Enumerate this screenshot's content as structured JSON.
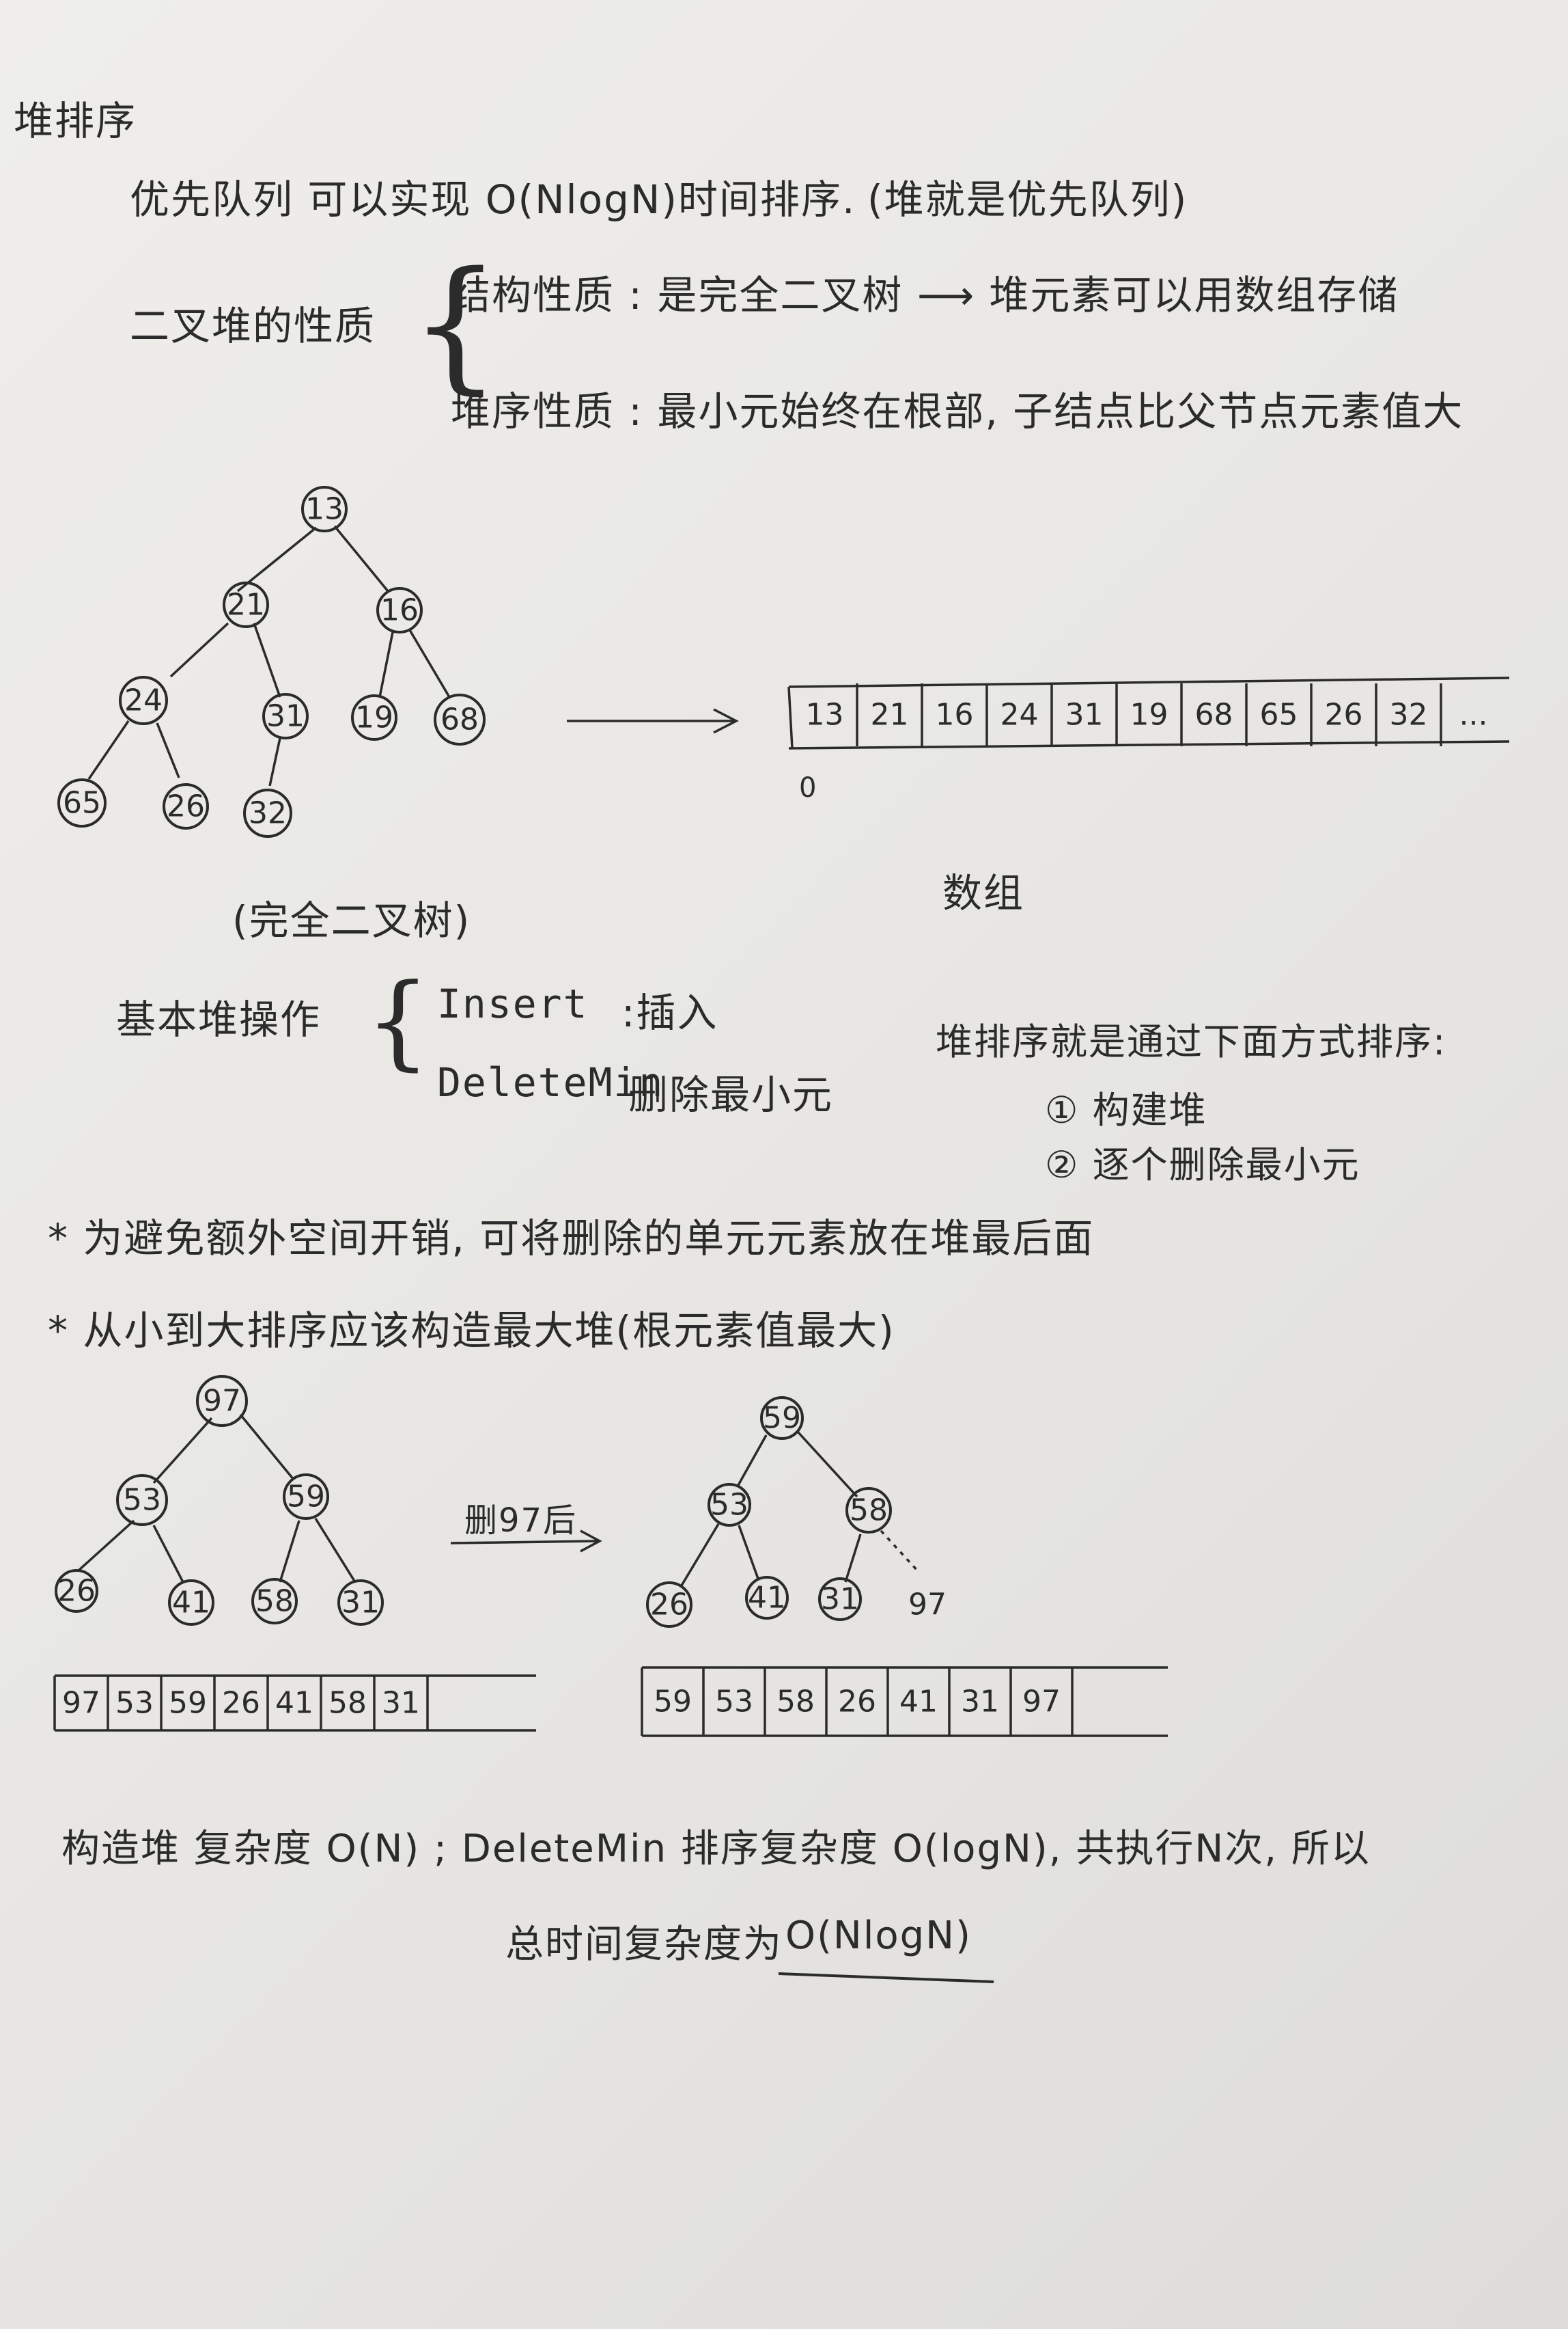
{
  "title": "堆排序",
  "intro": "优先队列 可以实现 O(NlogN)时间排序.",
  "intro_note": "(堆就是优先队列)",
  "property_label": "二叉堆的性质",
  "structure_property": "结构性质 : 是完全二叉树 ⟶ 堆元素可以用数组存储",
  "order_property": "堆序性质 : 最小元始终在根部, 子结点比父节点元素值大",
  "tree1": {
    "caption": "(完全二叉树)",
    "nodes": [
      "13",
      "21",
      "16",
      "24",
      "31",
      "19",
      "68",
      "65",
      "26",
      "32"
    ]
  },
  "array1": {
    "caption": "数组",
    "index_label": "0",
    "cells": [
      "13",
      "21",
      "16",
      "24",
      "31",
      "19",
      "68",
      "65",
      "26",
      "32",
      "..."
    ]
  },
  "ops": {
    "label": "基本堆操作",
    "insert_name": "Insert",
    "insert_desc": ":插入",
    "deletemin_name": "DeleteMin",
    "deletemin_desc": "删除最小元"
  },
  "heapsort": {
    "line": "堆排序就是通过下面方式排序:",
    "step1": "① 构建堆",
    "step2": "② 逐个删除最小元"
  },
  "notes": [
    "* 为避免额外空间开销, 可将删除的单元元素放在堆最后面",
    "* 从小到大排序应该构造最大堆(根元素值最大)"
  ],
  "tree2": {
    "nodes": [
      "97",
      "53",
      "59",
      "26",
      "41",
      "58",
      "31"
    ],
    "array": [
      "97",
      "53",
      "59",
      "26",
      "41",
      "58",
      "31",
      ""
    ]
  },
  "delete_label": "删97后",
  "tree3": {
    "nodes": [
      "59",
      "53",
      "58",
      "26",
      "41",
      "31"
    ],
    "removed": "97",
    "array": [
      "59",
      "53",
      "58",
      "26",
      "41",
      "31",
      "97",
      ""
    ]
  },
  "complexity": {
    "line1": "构造堆 复杂度 O(N) ; DeleteMin 排序复杂度 O(logN), 共执行N次, 所以",
    "line2_prefix": "总时间复杂度为",
    "line2_result": "O(NlogN)"
  }
}
